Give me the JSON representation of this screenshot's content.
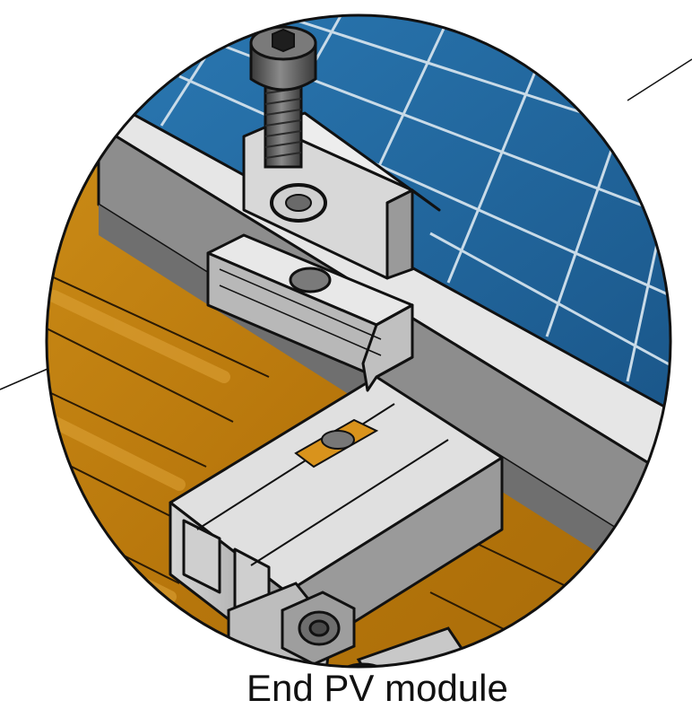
{
  "caption": "End PV module",
  "illustration": {
    "subject": "end-clamp-on-pv-module-frame",
    "parts": [
      "pv-module",
      "module-frame",
      "end-clamp",
      "hex-socket-bolt",
      "spring-washer",
      "mounting-rail",
      "roof-hook",
      "hex-nut",
      "roof-tile"
    ]
  },
  "colors": {
    "cell": "#1c5e93",
    "cell_light": "#2a78b2",
    "grid": "#c9dbe8",
    "frame_top": "#e6e6e6",
    "frame_side": "#8d8d8d",
    "tile": "#b8770c",
    "tile_light": "#cf9019",
    "tile_dark": "#8a5706",
    "metal": "#c4c4c4",
    "metal_light": "#e4e4e4",
    "metal_dark": "#8a8a8a",
    "bolt": "#5a5a5a",
    "outline": "#111111"
  }
}
